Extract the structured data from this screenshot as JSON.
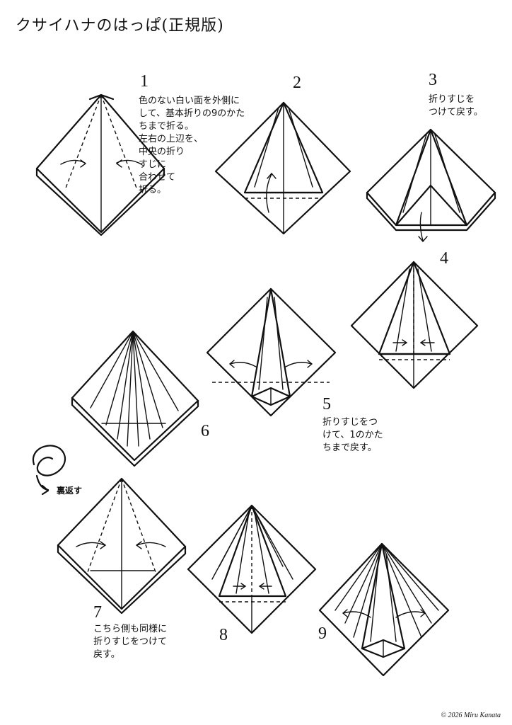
{
  "title": "クサイハナのはっぱ(正規版)",
  "steps": [
    {
      "num": "1",
      "text": "色のない白い面を外側に\nして、基本折りの9のかた\nちまで折る。\n左右の上辺を、\n中央の折り\nすじに\n合わせて\n折る。"
    },
    {
      "num": "2",
      "text": ""
    },
    {
      "num": "3",
      "text": "折りすじを\nつけて戻す。"
    },
    {
      "num": "4",
      "text": ""
    },
    {
      "num": "5",
      "text": "折りすじをつ\nけて、1のかた\nちまで戻す。"
    },
    {
      "num": "6",
      "text": ""
    },
    {
      "num": "7",
      "text": "こちら側も同様に\n折りすじをつけて\n戻す。"
    },
    {
      "num": "8",
      "text": ""
    },
    {
      "num": "9",
      "text": ""
    }
  ],
  "flip_label": "裏返す",
  "copyright": "© 2026 Miru Kanata",
  "colors": {
    "line": "#111111",
    "paper": "#ffffff",
    "accent": "#c9873a"
  }
}
